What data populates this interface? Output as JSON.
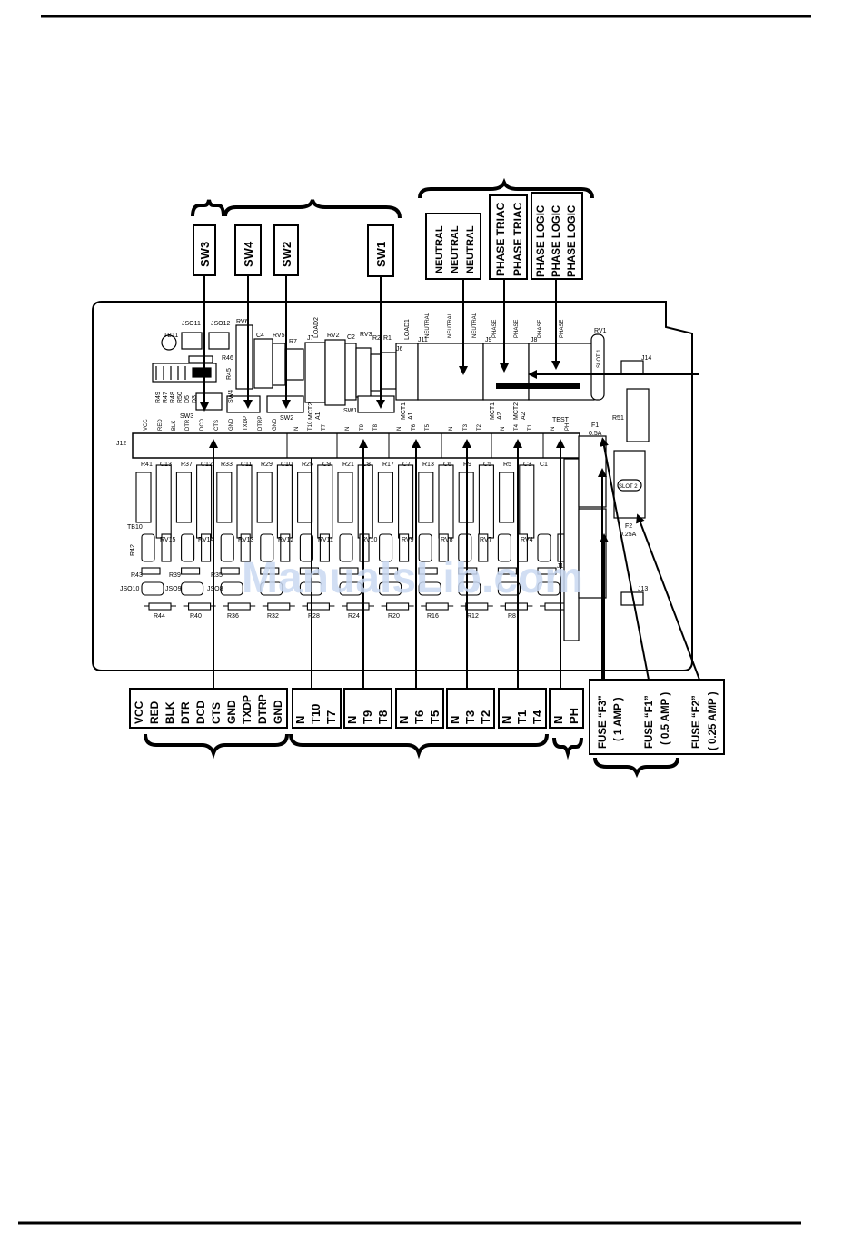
{
  "switch_labels": [
    "SW3",
    "SW4",
    "SW2",
    "SW1"
  ],
  "top_boxes": {
    "neutral": [
      "NEUTRAL",
      "NEUTRAL",
      "NEUTRAL"
    ],
    "phase_triac": [
      "PHASE TRIAC",
      "PHASE TRIAC"
    ],
    "phase_logic": [
      "PHASE LOGIC",
      "PHASE LOGIC",
      "PHASE LOGIC"
    ]
  },
  "bottom_boxes": {
    "comm": [
      "VCC",
      "RED",
      "BLK",
      "DTR",
      "DCD",
      "CTS",
      "GND",
      "TXDP",
      "DTRP",
      "GND"
    ],
    "g1": [
      "N",
      "T10",
      "T7"
    ],
    "g2": [
      "N",
      "T9",
      "T8"
    ],
    "g3": [
      "N",
      "T6",
      "T5"
    ],
    "g4": [
      "N",
      "T3",
      "T2"
    ],
    "g5": [
      "N",
      "T1",
      "T4"
    ],
    "g6": [
      "N",
      "PH"
    ]
  },
  "fuses": [
    {
      "name": "FUSE “F3”",
      "rating": "( 1 AMP )"
    },
    {
      "name": "FUSE “F1”",
      "rating": "( 0.5 AMP )"
    },
    {
      "name": "FUSE “F2”",
      "rating": "( 0.25 AMP )"
    }
  ],
  "board": {
    "header": "J12",
    "header_pins_left": [
      "VCC",
      "RED",
      "BLK",
      "DTR",
      "DCD",
      "CTS",
      "GND",
      "TXDP",
      "DTRP",
      "GND"
    ],
    "header_pins_right": [
      "N",
      "T10",
      "T7",
      "N",
      "T9",
      "T8",
      "N",
      "T6",
      "T5",
      "N",
      "T3",
      "T2",
      "N",
      "T4",
      "T1",
      "N",
      "PH"
    ],
    "top_row_refs": [
      "TB11",
      "JSO11",
      "JSO12",
      "RV6",
      "C4",
      "RV5",
      "R7",
      "J7",
      "LOAD2",
      "RV2",
      "C2",
      "RV3",
      "R2",
      "R1",
      "LOAD1",
      "J6",
      "J11",
      "J9",
      "J8",
      "RV1",
      "J14"
    ],
    "left_refs": [
      "R49",
      "R47",
      "R48",
      "R50",
      "D5",
      "D3",
      "R46",
      "R45",
      "SW3",
      "SW4"
    ],
    "mid_refs": [
      "MCT2",
      "A1",
      "SW2",
      "SW1",
      "MCT1",
      "A1",
      "MCT1",
      "A2",
      "MCT2",
      "A2",
      "TEST"
    ],
    "pad_labels": [
      "NEUTRAL",
      "NEUTRAL",
      "NEUTRAL",
      "PHASE",
      "PHASE",
      "PHASE",
      "PHASE"
    ],
    "row2_refs": [
      "R41",
      "C13",
      "R37",
      "C12",
      "R33",
      "C11",
      "R29",
      "C10",
      "R25",
      "C9",
      "R21",
      "C8",
      "R17",
      "C7",
      "R13",
      "C6",
      "R9",
      "C5",
      "R5",
      "C3",
      "C1"
    ],
    "rv_refs": [
      "TB10",
      "R42",
      "RV15",
      "RV14",
      "RV13",
      "RV12",
      "RV11",
      "RV10",
      "RV9",
      "RV8",
      "RV7",
      "RV4"
    ],
    "bottom_refs": [
      "R43",
      "R39",
      "R35",
      "JSO10",
      "JSO9",
      "JSO8",
      "R44",
      "R40",
      "R36",
      "R32",
      "R28",
      "R24",
      "R20",
      "R16",
      "R12",
      "R8",
      "J15",
      "J13"
    ],
    "fuse_refs": [
      "F1",
      "0.5A",
      "R51",
      "SLOT 1",
      "SLOT 2",
      "F2",
      "0.25A"
    ]
  },
  "watermark": "ManualsLib.com"
}
